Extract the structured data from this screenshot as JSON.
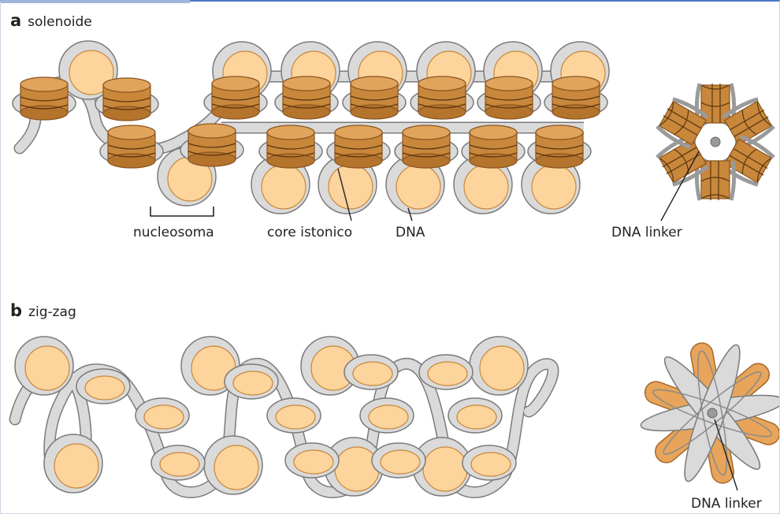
{
  "panels": {
    "a": {
      "letter": "a",
      "title": "solenoide"
    },
    "b": {
      "letter": "b",
      "title": "zig-zag"
    }
  },
  "labels": {
    "nucleosome": "nucleosoma",
    "core": "core istonico",
    "dna": "DNA",
    "linker_a": "DNA linker",
    "linker_b": "DNA linker"
  },
  "colors": {
    "dna_fill": "#dadada",
    "dna_stroke": "#7a7a7a",
    "disc_light": "#fdd49b",
    "disc_dark": "#c8873a",
    "disc_edge": "#8a5420",
    "frame_accent": "#4a78c8"
  }
}
